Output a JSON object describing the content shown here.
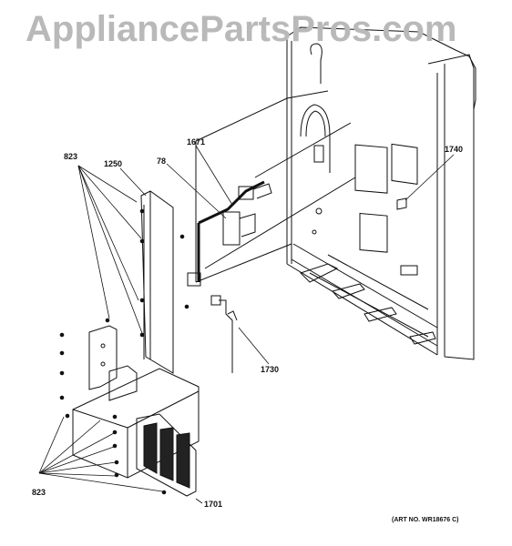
{
  "watermark": "AppliancePartsPros.com",
  "art_number": "(ART NO. WR18676 C)",
  "callouts": {
    "c823_top": "823",
    "c1250": "1250",
    "c78": "78",
    "c1671": "1671",
    "c1740": "1740",
    "c1730": "1730",
    "c823_bottom": "823",
    "c1701": "1701"
  }
}
